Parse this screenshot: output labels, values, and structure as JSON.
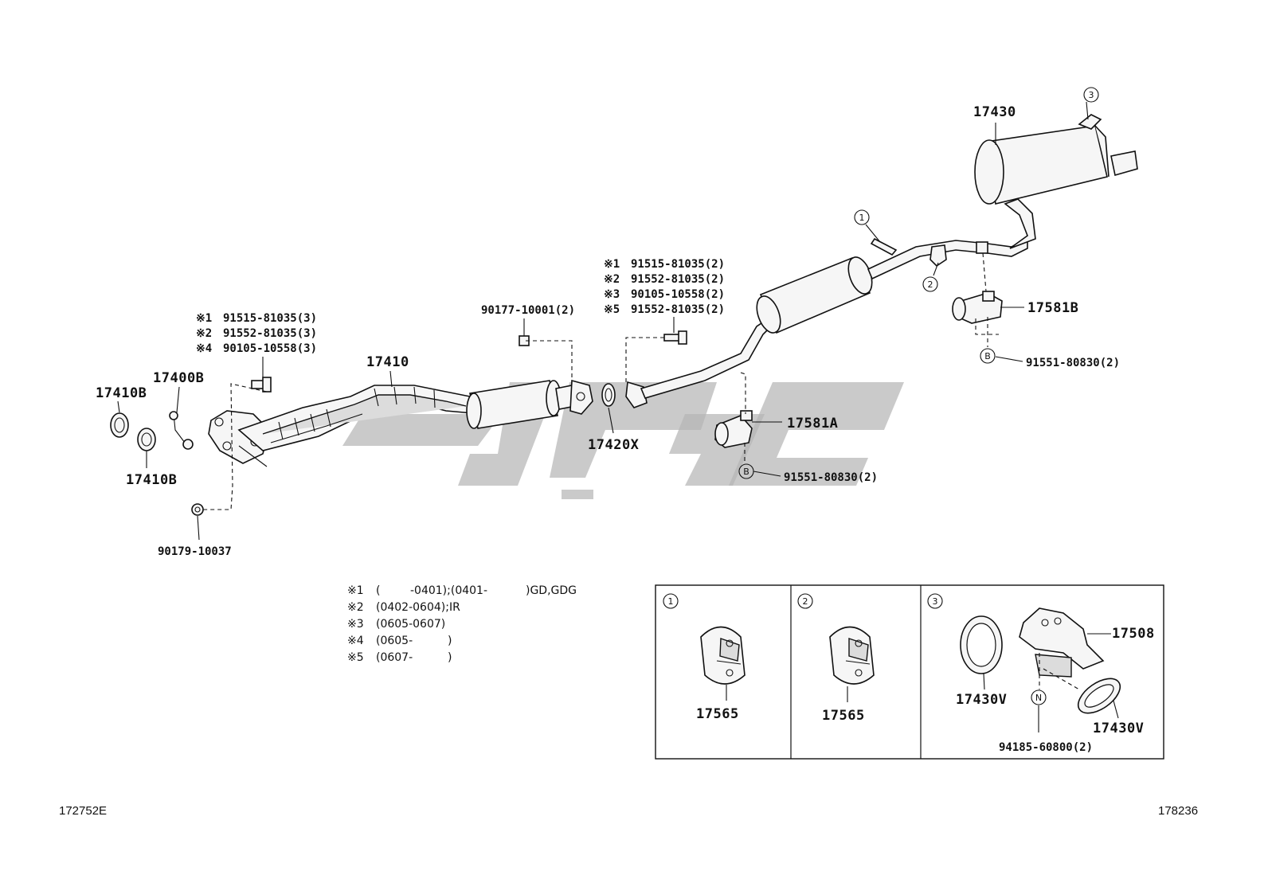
{
  "callouts": {
    "c1": "1",
    "c2": "2",
    "c3": "3",
    "cB1": "B",
    "cB2": "B",
    "cN": "N"
  },
  "parts": {
    "p17430": "17430",
    "p17410": "17410",
    "p17410B_top": "17410B",
    "p17410B_bottom": "17410B",
    "p17400B": "17400B",
    "p17420X": "17420X",
    "p17581A": "17581A",
    "p17581B": "17581B",
    "p90177": "90177-10001(2)",
    "p90179": "90179-10037",
    "p91551_a": "91551-80830(2)",
    "p91551_b": "91551-80830(2)",
    "p17565_a": "17565",
    "p17565_b": "17565",
    "p17508": "17508",
    "p17430V_a": "17430V",
    "p17430V_b": "17430V",
    "p94185": "94185-60800(2)"
  },
  "bolt_group_left": [
    {
      "mark": "※1",
      "text": "91515-81035(3)"
    },
    {
      "mark": "※2",
      "text": "91552-81035(3)"
    },
    {
      "mark": "※4",
      "text": "90105-10558(3)"
    }
  ],
  "bolt_group_mid": [
    {
      "mark": "※1",
      "text": "91515-81035(2)"
    },
    {
      "mark": "※2",
      "text": "91552-81035(2)"
    },
    {
      "mark": "※3",
      "text": "90105-10558(2)"
    },
    {
      "mark": "※5",
      "text": "91552-81035(2)"
    }
  ],
  "notes": [
    {
      "mark": "※1",
      "a": "(",
      "b": "-0401);(0401-",
      "c": ")GD,GDG"
    },
    {
      "mark": "※2",
      "a": "(0402-0604);IR",
      "b": "",
      "c": ""
    },
    {
      "mark": "※3",
      "a": "(0605-0607)",
      "b": "",
      "c": ""
    },
    {
      "mark": "※4",
      "a": "(0605-",
      "b": ")",
      "c": ""
    },
    {
      "mark": "※5",
      "a": "(0607-",
      "b": ")",
      "c": ""
    }
  ],
  "footer": {
    "left": "172752E",
    "right": "178236"
  }
}
